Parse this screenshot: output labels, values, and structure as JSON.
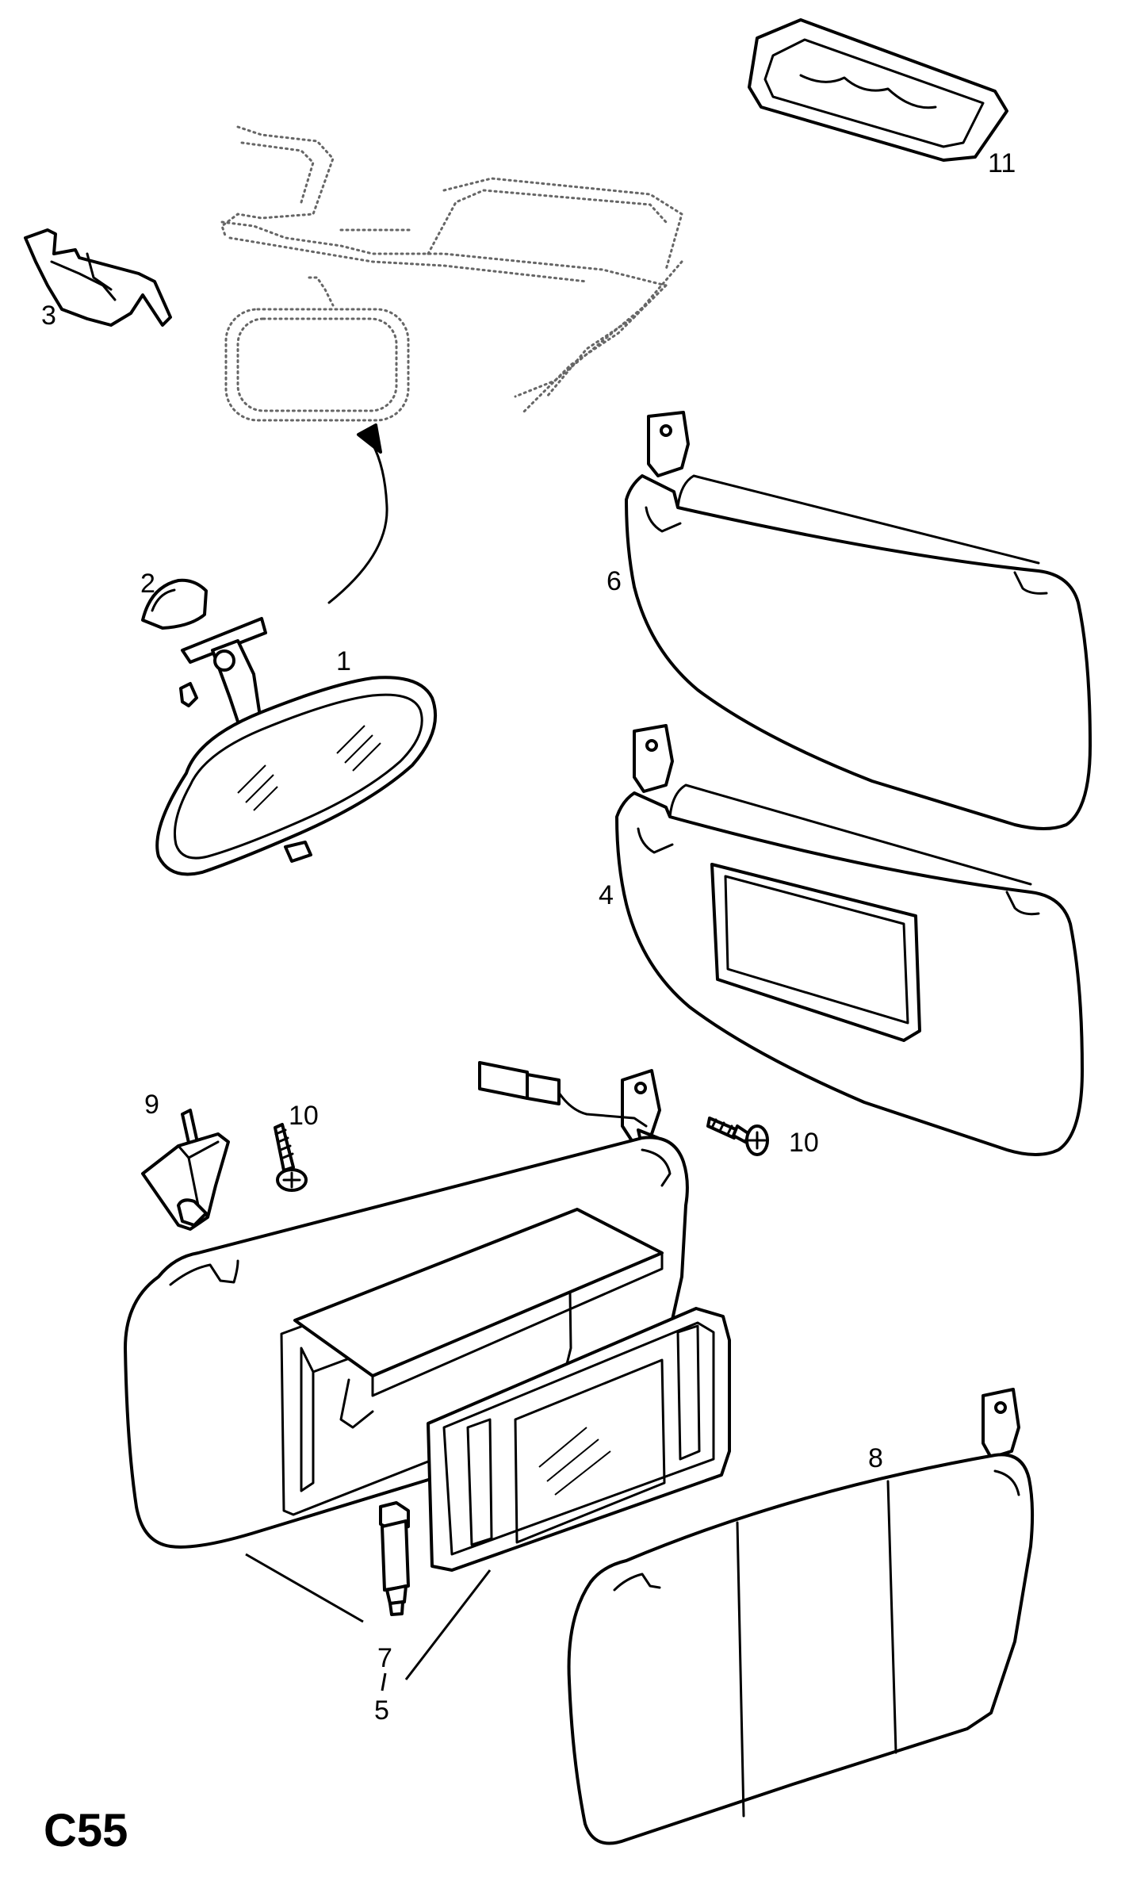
{
  "page_code": "C55",
  "callouts": {
    "c1": "1",
    "c2": "2",
    "c3": "3",
    "c4": "4",
    "c5": "5",
    "c6": "6",
    "c7": "7",
    "c8": "8",
    "c9": "9",
    "c10a": "10",
    "c10b": "10",
    "c11": "11"
  },
  "colors": {
    "line": "#000000",
    "ghost": "#666666",
    "background": "#ffffff"
  }
}
